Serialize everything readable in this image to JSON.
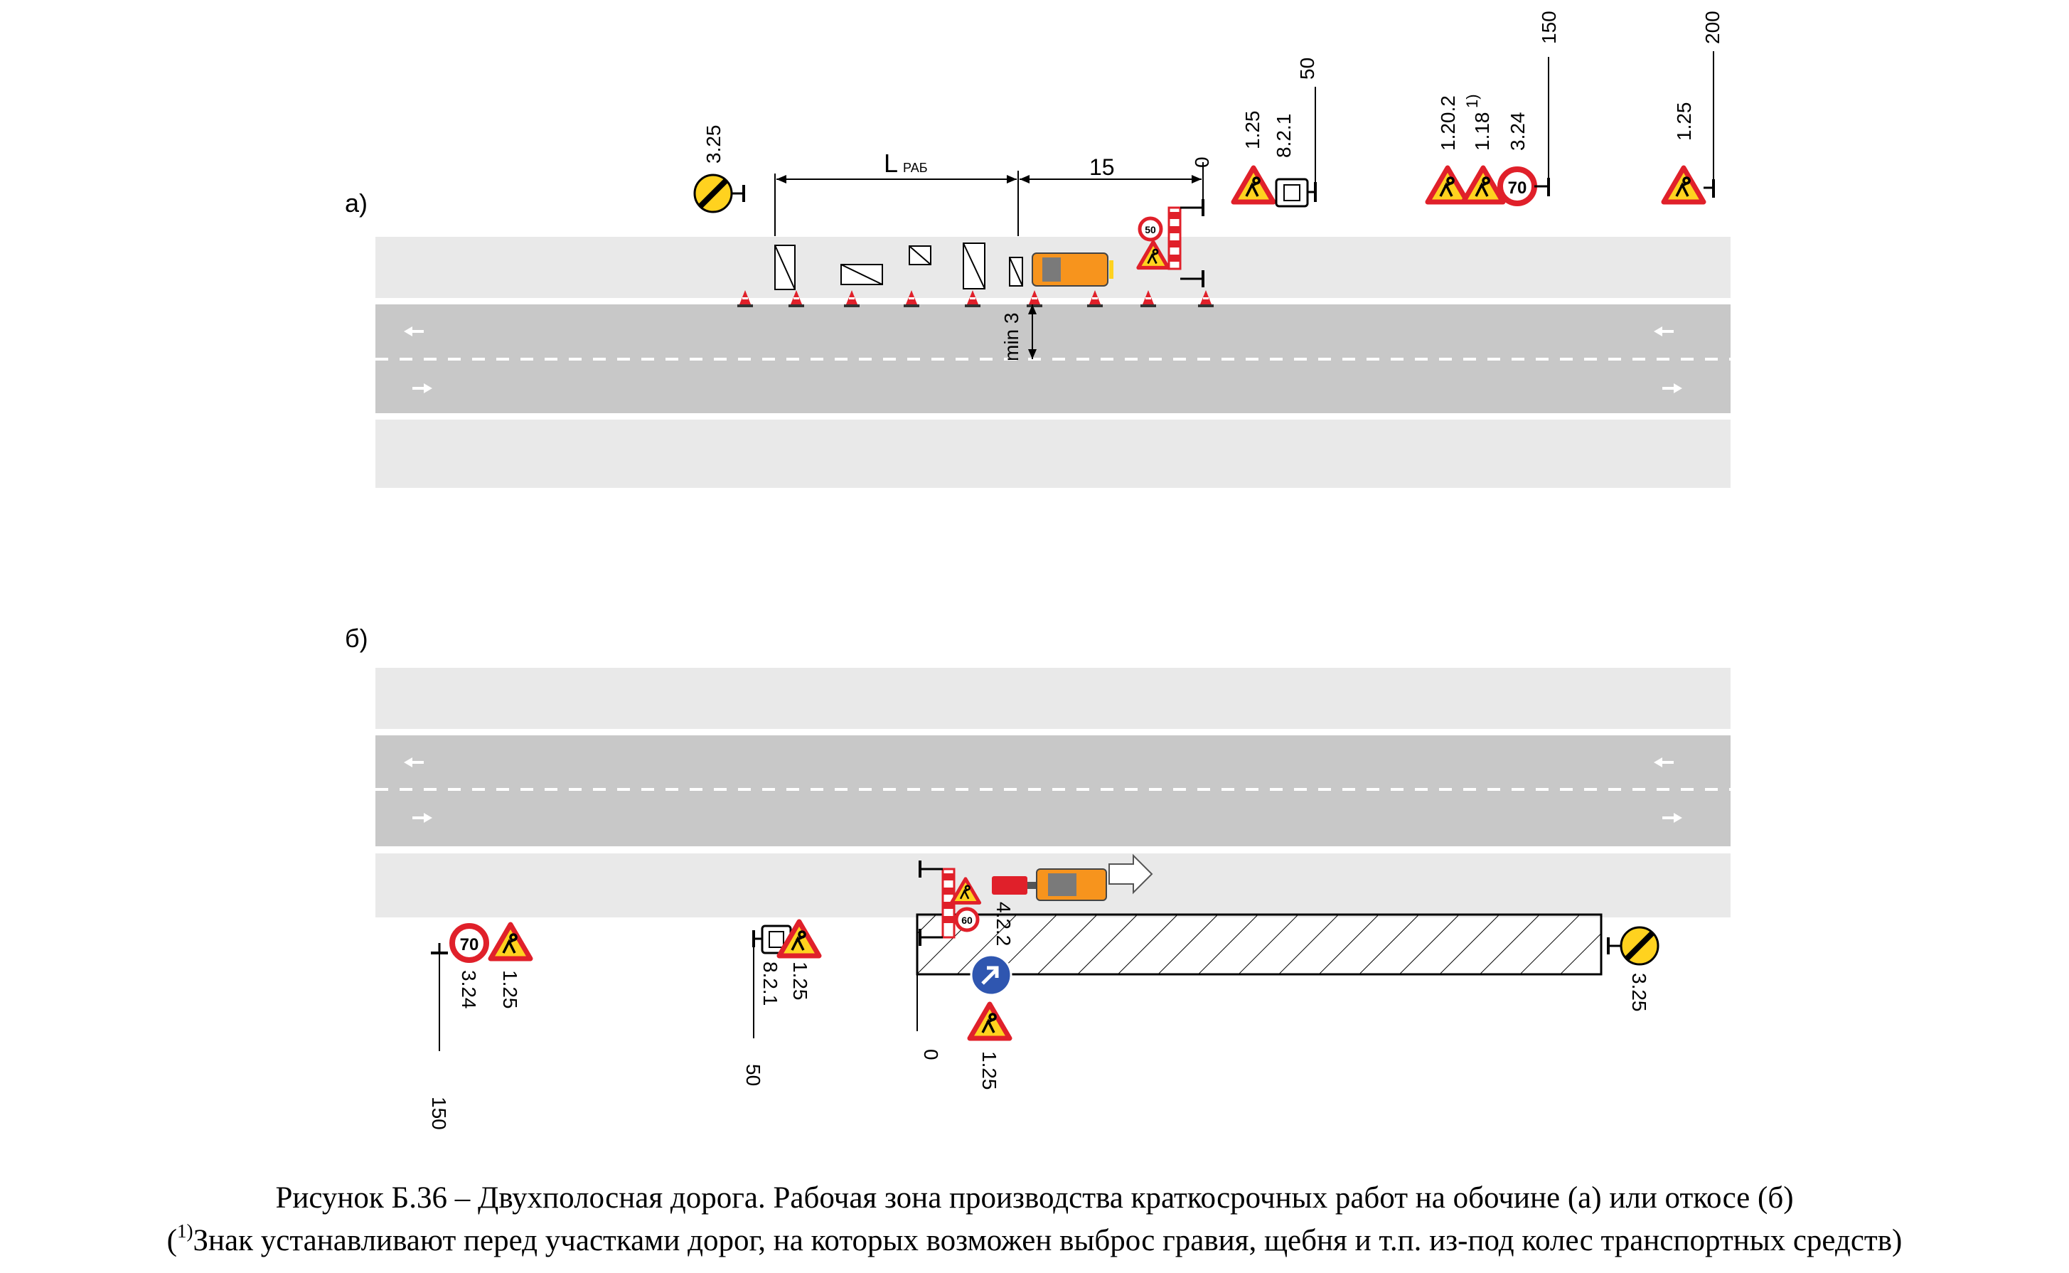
{
  "panel_a": {
    "label": "а)",
    "dim_work": "L",
    "dim_work_sub": "РАБ",
    "dim_15": "15",
    "dim_min": "min 3",
    "sign_325": "3.25",
    "pos_0": "0",
    "sign_125_near": "1.25",
    "sign_821": "8.2.1",
    "pos_50": "50",
    "sign_1202": "1.20.2",
    "sign_118": "1.18",
    "sign_118_note": "1)",
    "sign_324": "3.24",
    "pos_150": "150",
    "sign_125_far": "1.25",
    "pos_200": "200",
    "speed_sign_value": "70",
    "barrier_speed_value": "50"
  },
  "panel_b": {
    "label": "б)",
    "sign_324": "3.24",
    "sign_125_a": "1.25",
    "pos_150": "150",
    "sign_821": "8.2.1",
    "sign_125_b": "1.25",
    "pos_50": "50",
    "pos_0": "0",
    "sign_125_c": "1.25",
    "sign_422": "4.2.2",
    "sign_325": "3.25",
    "speed_sign_value": "70",
    "barrier_speed_value": "60"
  },
  "caption": {
    "line1": "Рисунок Б.36 – Двухполосная дорога. Рабочая зона производства краткосрочных работ на обочине (а) или откосе (б)",
    "line2_open": "(",
    "line2_sup": "1)",
    "line2_text": "Знак устанавливают перед участками дорог, на которых возможен выброс гравия, щебня и т.п. из-под колес транспортных средств)"
  },
  "colors": {
    "road_asphalt": "#c8c8c8",
    "road_shoulder": "#e9e9e9",
    "sign_red": "#e0202a",
    "sign_yellow": "#ffd21f",
    "sign_blue": "#2f56b0",
    "vehicle_orange": "#f7941d"
  }
}
